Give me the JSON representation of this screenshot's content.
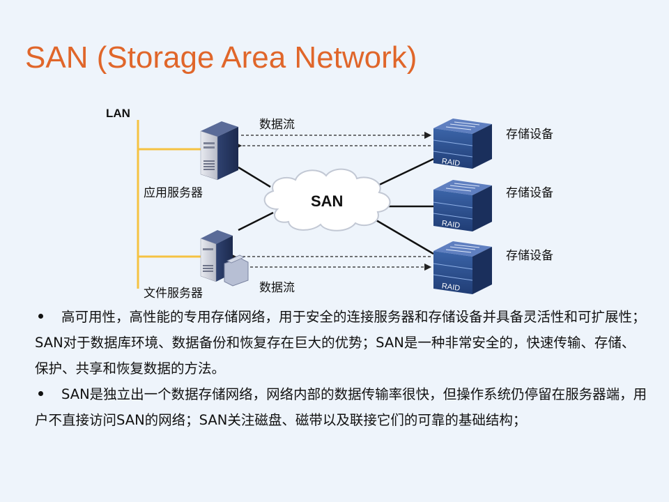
{
  "title": "SAN (Storage Area Network)",
  "diagram": {
    "lan_label": "LAN",
    "app_server_label": "应用服务器",
    "file_server_label": "文件服务器",
    "san_label": "SAN",
    "dataflow_top_label": "数据流",
    "dataflow_bottom_label": "数据流",
    "storage_labels": [
      "存储设备",
      "存储设备",
      "存储设备"
    ],
    "raid_labels": [
      "RAID",
      "RAID",
      "RAID"
    ],
    "colors": {
      "lan_line": "#f5c242",
      "storage_blue": "#2c4d8a",
      "cloud_fill": "#ffffff",
      "server_gray": "#c9ccd6"
    }
  },
  "bullets": [
    "高可用性，高性能的专用存储网络，用于安全的连接服务器和存储设备并具备灵活性和可扩展性；SAN对于数据库环境、数据备份和恢复存在巨大的优势；SAN是一种非常安全的，快速传输、存储、保护、共享和恢复数据的方法。",
    "SAN是独立出一个数据存储网络，网络内部的数据传输率很快，但操作系统仍停留在服务器端，用户不直接访问SAN的网络；SAN关注磁盘、磁带以及联接它们的可靠的基础结构；"
  ]
}
